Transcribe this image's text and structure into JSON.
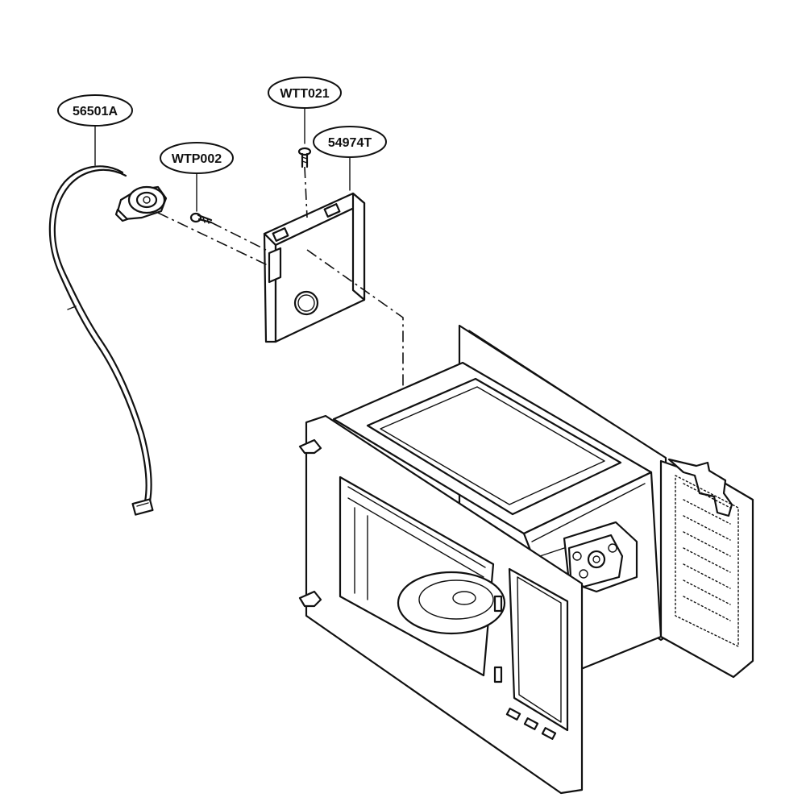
{
  "callouts": {
    "a": "56501A",
    "b": "WTP002",
    "c": "WTT021",
    "d": "54974T"
  },
  "colors": {
    "line": "#111111",
    "background": "#ffffff"
  }
}
